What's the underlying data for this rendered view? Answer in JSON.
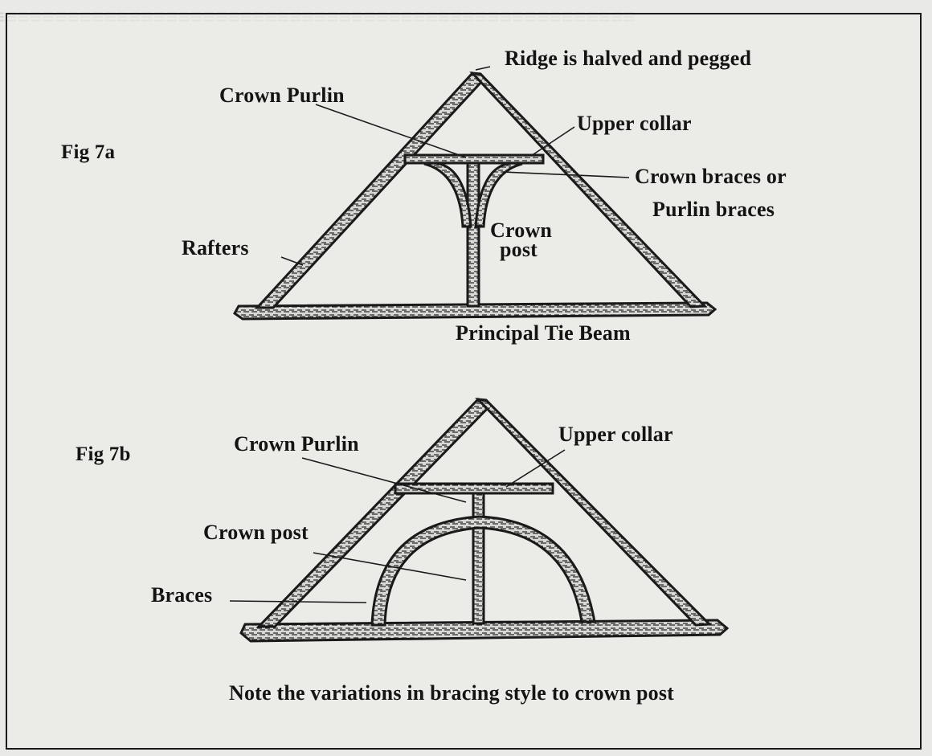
{
  "labels": {
    "ridge": "Ridge is halved and pegged",
    "crown_purlin_a": "Crown Purlin",
    "upper_collar_a": "Upper collar",
    "fig_7a": "Fig 7a",
    "crown_braces_line1": "Crown braces or",
    "crown_braces_line2": "Purlin braces",
    "crown_post_a_line1": "Crown",
    "crown_post_a_line2": "post",
    "rafters": "Rafters",
    "principal_tie_beam": "Principal Tie Beam",
    "fig_7b": "Fig 7b",
    "crown_purlin_b": "Crown Purlin",
    "upper_collar_b": "Upper collar",
    "crown_post_b": "Crown post",
    "braces": "Braces",
    "caption": "Note the variations in bracing style to crown post"
  }
}
